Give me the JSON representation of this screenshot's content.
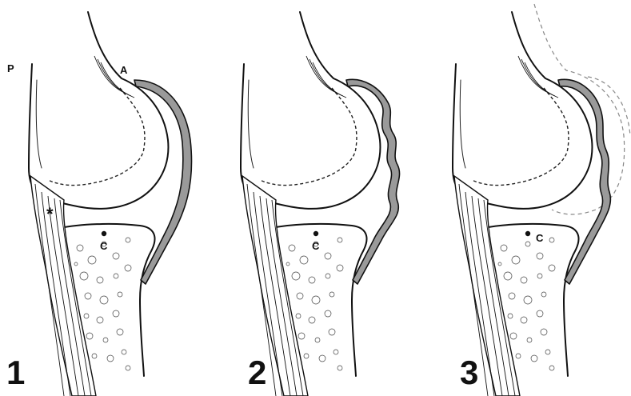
{
  "panels": [
    {
      "number": "1",
      "label_posterior": "P",
      "label_anterior": "A",
      "point_label": "C",
      "marker": "*"
    },
    {
      "number": "2",
      "point_label": "C"
    },
    {
      "number": "3",
      "point_label": "C"
    }
  ]
}
